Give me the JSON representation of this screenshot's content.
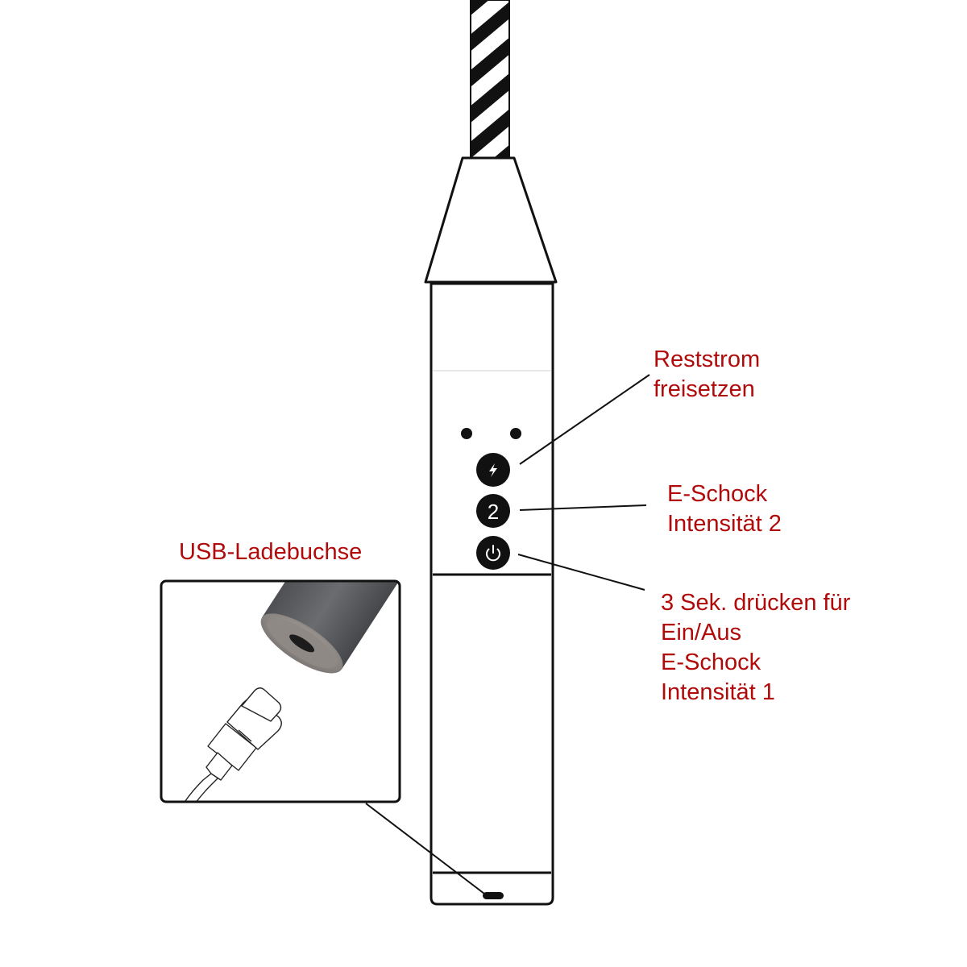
{
  "colors": {
    "label": "#b00a0a",
    "outline": "#111111",
    "button_fill": "#111111",
    "button_glyph": "#ffffff",
    "cap_body": "#5b5d60",
    "cap_ring": "#8a8684",
    "background": "#ffffff"
  },
  "device": {
    "buttons": [
      {
        "name": "release-button",
        "icon": "lightning-bolt-icon"
      },
      {
        "name": "intensity-2-button",
        "glyph": "2"
      },
      {
        "name": "power-button",
        "icon": "power-icon"
      }
    ],
    "indicator_leds": 2,
    "usb_port_icon": "usb-c-port-icon"
  },
  "callouts": {
    "release": {
      "lines": [
        "Reststrom",
        "freisetzen"
      ]
    },
    "intensity_2": {
      "lines": [
        "E-Schock",
        "Intensität 2"
      ]
    },
    "power": {
      "lines": [
        "3 Sek. drücken für",
        "Ein/Aus",
        "E-Schock",
        "Intensität 1"
      ]
    },
    "usb": {
      "lines": [
        "USB-Ladebuchse"
      ]
    }
  },
  "inset": {
    "subject": "usb-c-charging-port-closeup",
    "connector_icon": "usb-c-connector-icon"
  }
}
